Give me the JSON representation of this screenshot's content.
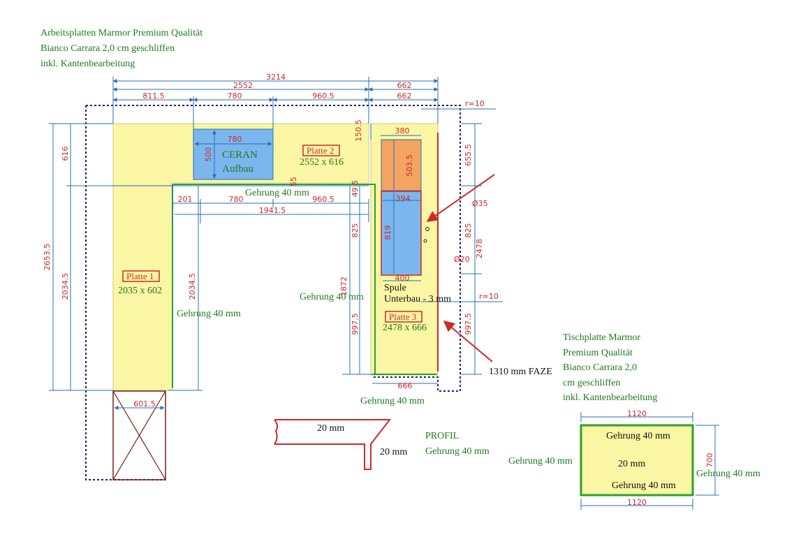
{
  "notes": {
    "main": [
      "Arbeitsplatten Marmor Premium Qualität",
      "Bianco Carrara 2,0 cm geschliffen",
      "inkl. Kantenbearbeitung"
    ],
    "table": [
      "Tischplatte Marmor",
      "Premium Qualität",
      "Bianco Carrara  2,0",
      "cm geschliffen",
      "inkl. Kantenbearbeitung"
    ]
  },
  "top_dims": {
    "total": "3214",
    "a": "2552",
    "b": "662",
    "c": "811.5",
    "d": "780",
    "e": "960.5",
    "f": "662"
  },
  "ceran": {
    "label": "CERAN",
    "sub": "Aufbau",
    "w": "780",
    "h": "500"
  },
  "platte1": {
    "name": "Platte 1",
    "size": "2035 x 602"
  },
  "platte2": {
    "name": "Platte 2",
    "size": "2552 x 616"
  },
  "platte3": {
    "name": "Platte 3",
    "size": "2478 x 666"
  },
  "inner_dims": {
    "a": "201",
    "b": "780",
    "c": "960.5",
    "d": "1941.5",
    "e": "55",
    "f": "49.5"
  },
  "left_dims": {
    "outer": "2653.5",
    "top": "616",
    "lower": "2034.5",
    "inner": "2034.5",
    "bottom": "601.5"
  },
  "right_dims": {
    "r1": "r=10",
    "r2": "r=10",
    "top": "150.5",
    "a": "655.5",
    "b": "825",
    "c": "2478",
    "d": "997.5",
    "e": "1872",
    "f": "825",
    "g": "997.5",
    "h": "666",
    "w380": "380",
    "h503": "503.5",
    "w394": "394",
    "h819": "819",
    "w400": "400",
    "d35": "Ø35",
    "d20": "Ø20"
  },
  "spule": {
    "label": "Spule",
    "sub": "Unterbau - 3 mm"
  },
  "faze": "1310 mm  FAZE",
  "gehrung": "Gehrung 40 mm",
  "profil": {
    "title": "PROFIL",
    "g": "Gehrung 40 mm",
    "top": "20 mm",
    "side": "20 mm"
  },
  "table": {
    "w_top": "1120",
    "w_bot": "1120",
    "h": "700",
    "g_top": "Gehrung  40 mm",
    "g_bot": "Gehrung  40 mm",
    "g_left": "Gehrung  40 mm",
    "g_right": "Gehrung  40 mm",
    "center": "20 mm"
  },
  "colors": {
    "plate": "#fbf6a4",
    "ceran": "#7cb6ef",
    "orange": "#f2a460",
    "green": "#1f7a1f",
    "red": "#cc2a2a",
    "blue": "#2a6fb3"
  }
}
